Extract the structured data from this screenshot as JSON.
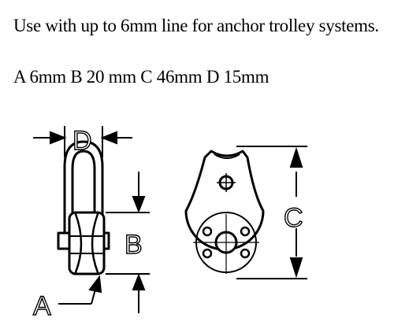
{
  "header": {
    "usage_text": "Use with up to 6mm line for anchor trolley systems.",
    "dimensions_text": "A 6mm B 20 mm C 46mm D 15mm"
  },
  "diagram": {
    "labels": {
      "a": "A",
      "b": "B",
      "c": "C",
      "d": "D"
    },
    "stroke_color": "#000000",
    "fill_color": "#ffffff"
  }
}
